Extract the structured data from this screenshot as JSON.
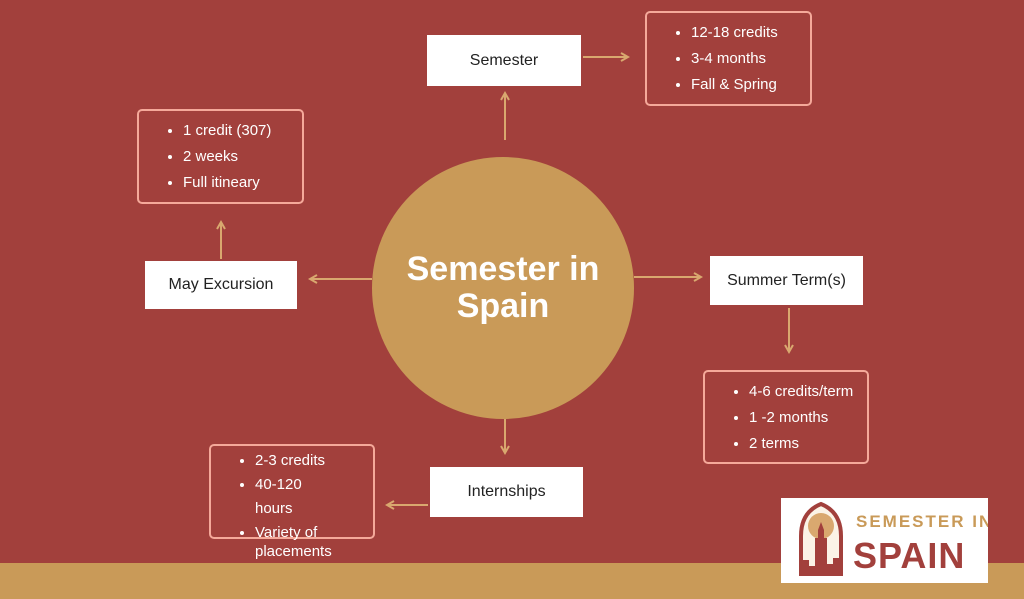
{
  "center": {
    "title": "Semester in Spain"
  },
  "nodes": {
    "semester": {
      "label": "Semester",
      "details": [
        "12-18 credits",
        "3-4 months",
        "Fall & Spring"
      ]
    },
    "may_excursion": {
      "label": "May Excursion",
      "details": [
        "1 credit (307)",
        "2 weeks",
        "Full itineary"
      ]
    },
    "summer": {
      "label": "Summer Term(s)",
      "details": [
        "4-6 credits/term",
        "1 -2 months",
        "2 terms"
      ]
    },
    "internships": {
      "label": "Internships",
      "details": [
        "2-3 credits",
        "40-120 hours",
        "Variety of placements"
      ]
    }
  },
  "logo": {
    "line1": "SEMESTER IN",
    "line2": "SPAIN"
  },
  "colors": {
    "background": "#a2403c",
    "accent": "#c99a58",
    "border": "#f5a99a"
  }
}
